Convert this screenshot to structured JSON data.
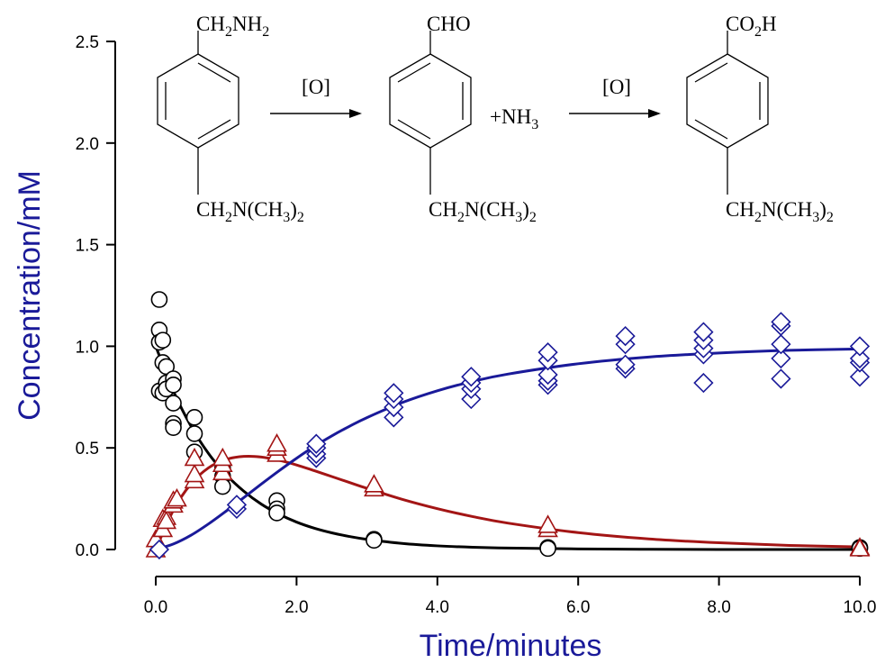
{
  "chart_data": {
    "type": "scatter",
    "title": "",
    "xlabel": "Time/minutes",
    "ylabel": "Concentration/mM",
    "xlim": [
      0,
      10
    ],
    "ylim": [
      0,
      2.5
    ],
    "x_ticks": [
      "0.0",
      "2.0",
      "4.0",
      "6.0",
      "8.0",
      "10.0"
    ],
    "y_ticks": [
      "0.0",
      "0.5",
      "1.0",
      "1.5",
      "2.0",
      "2.5"
    ],
    "grid": false,
    "legend": "none",
    "series": [
      {
        "marker": "circle",
        "color": "#000000",
        "points": [
          [
            0.05,
            1.23
          ],
          [
            0.05,
            1.08
          ],
          [
            0.05,
            1.02
          ],
          [
            0.05,
            0.78
          ],
          [
            0.1,
            1.03
          ],
          [
            0.1,
            0.92
          ],
          [
            0.1,
            0.77
          ],
          [
            0.15,
            0.9
          ],
          [
            0.15,
            0.82
          ],
          [
            0.15,
            0.79
          ],
          [
            0.25,
            0.84
          ],
          [
            0.25,
            0.81
          ],
          [
            0.25,
            0.72
          ],
          [
            0.25,
            0.62
          ],
          [
            0.25,
            0.6
          ],
          [
            0.55,
            0.65
          ],
          [
            0.55,
            0.57
          ],
          [
            0.55,
            0.48
          ],
          [
            0.95,
            0.4
          ],
          [
            0.95,
            0.36
          ],
          [
            0.95,
            0.31
          ],
          [
            1.72,
            0.24
          ],
          [
            1.72,
            0.2
          ],
          [
            1.72,
            0.18
          ],
          [
            3.1,
            0.05
          ],
          [
            3.1,
            0.045
          ],
          [
            5.57,
            0.01
          ],
          [
            5.57,
            0.005
          ],
          [
            10.0,
            0.01
          ],
          [
            10.0,
            0.005
          ]
        ],
        "fit": {
          "x": [
            0,
            0.25,
            0.5,
            0.75,
            1,
            1.25,
            1.5,
            1.75,
            2,
            2.25,
            2.5,
            2.75,
            3,
            3.5,
            4,
            4.5,
            5,
            6,
            7,
            8,
            9,
            10
          ],
          "y": [
            1.0,
            0.78,
            0.607,
            0.472,
            0.368,
            0.287,
            0.223,
            0.174,
            0.135,
            0.105,
            0.082,
            0.064,
            0.05,
            0.03,
            0.018,
            0.011,
            0.007,
            0.003,
            0.001,
            0.0,
            0.0,
            0.0
          ]
        }
      },
      {
        "marker": "triangle",
        "color": "#a31515",
        "points": [
          [
            0.0,
            0.0
          ],
          [
            0.0,
            0.05
          ],
          [
            0.1,
            0.1
          ],
          [
            0.1,
            0.15
          ],
          [
            0.15,
            0.16
          ],
          [
            0.15,
            0.14
          ],
          [
            0.25,
            0.22
          ],
          [
            0.25,
            0.24
          ],
          [
            0.3,
            0.25
          ],
          [
            0.55,
            0.34
          ],
          [
            0.55,
            0.37
          ],
          [
            0.55,
            0.45
          ],
          [
            0.95,
            0.38
          ],
          [
            0.95,
            0.42
          ],
          [
            0.95,
            0.45
          ],
          [
            1.72,
            0.47
          ],
          [
            1.72,
            0.5
          ],
          [
            1.72,
            0.52
          ],
          [
            3.1,
            0.3
          ],
          [
            3.1,
            0.32
          ],
          [
            5.57,
            0.1
          ],
          [
            5.57,
            0.12
          ],
          [
            10.0,
            0.01
          ],
          [
            10.0,
            0.005
          ]
        ],
        "fit": {
          "x": [
            0,
            0.25,
            0.5,
            0.75,
            1,
            1.25,
            1.5,
            1.75,
            2,
            2.25,
            2.5,
            2.75,
            3,
            3.5,
            4,
            4.5,
            5,
            6,
            7,
            8,
            9,
            10
          ],
          "y": [
            0.0,
            0.193,
            0.323,
            0.402,
            0.443,
            0.458,
            0.455,
            0.439,
            0.416,
            0.388,
            0.359,
            0.33,
            0.301,
            0.247,
            0.201,
            0.162,
            0.13,
            0.083,
            0.052,
            0.033,
            0.02,
            0.013
          ]
        }
      },
      {
        "marker": "diamond",
        "color": "#1a1a99",
        "points": [
          [
            0.05,
            0.0
          ],
          [
            1.15,
            0.2
          ],
          [
            1.15,
            0.22
          ],
          [
            2.28,
            0.45
          ],
          [
            2.28,
            0.47
          ],
          [
            2.28,
            0.5
          ],
          [
            2.28,
            0.52
          ],
          [
            3.38,
            0.65
          ],
          [
            3.38,
            0.7
          ],
          [
            3.38,
            0.74
          ],
          [
            3.38,
            0.77
          ],
          [
            4.48,
            0.74
          ],
          [
            4.48,
            0.79
          ],
          [
            4.48,
            0.82
          ],
          [
            4.48,
            0.85
          ],
          [
            5.57,
            0.81
          ],
          [
            5.57,
            0.83
          ],
          [
            5.57,
            0.86
          ],
          [
            5.57,
            0.93
          ],
          [
            5.57,
            0.97
          ],
          [
            6.67,
            0.89
          ],
          [
            6.67,
            0.91
          ],
          [
            6.67,
            1.01
          ],
          [
            6.67,
            1.05
          ],
          [
            7.78,
            0.82
          ],
          [
            7.78,
            0.96
          ],
          [
            7.78,
            0.99
          ],
          [
            7.78,
            1.03
          ],
          [
            7.78,
            1.07
          ],
          [
            8.88,
            0.84
          ],
          [
            8.88,
            0.94
          ],
          [
            8.88,
            1.01
          ],
          [
            8.88,
            1.1
          ],
          [
            8.88,
            1.12
          ],
          [
            10.0,
            0.85
          ],
          [
            10.0,
            0.92
          ],
          [
            10.0,
            0.94
          ],
          [
            10.0,
            1.0
          ]
        ],
        "fit": {
          "x": [
            0,
            0.25,
            0.5,
            0.75,
            1,
            1.25,
            1.5,
            1.75,
            2,
            2.25,
            2.5,
            2.75,
            3,
            3.5,
            4,
            4.5,
            5,
            6,
            7,
            8,
            9,
            10
          ],
          "y": [
            0.0,
            0.027,
            0.07,
            0.126,
            0.189,
            0.255,
            0.322,
            0.387,
            0.449,
            0.507,
            0.559,
            0.606,
            0.649,
            0.723,
            0.781,
            0.827,
            0.863,
            0.914,
            0.947,
            0.967,
            0.98,
            0.987
          ]
        }
      }
    ],
    "scheme": {
      "reactant": {
        "top": "CH",
        "top_sub": "2",
        "top_rest": "NH",
        "top_sub2": "2",
        "bottom": "CH",
        "bottom_sub": "2",
        "bottom_rest": "N(CH",
        "bottom_sub2": "3",
        "bottom_end": ")",
        "bottom_sub3": "2"
      },
      "arrow1_label": "[O]",
      "intermediate": {
        "top": "CHO",
        "bottom": "CH",
        "bottom_sub": "2",
        "bottom_rest": "N(CH",
        "bottom_sub2": "3",
        "bottom_end": ")",
        "bottom_sub3": "2"
      },
      "byproduct": {
        "text": "+NH",
        "sub": "3"
      },
      "arrow2_label": "[O]",
      "product": {
        "top": "CO",
        "top_sub": "2",
        "top_rest": "H",
        "bottom": "CH",
        "bottom_sub": "2",
        "bottom_rest": "N(CH",
        "bottom_sub2": "3",
        "bottom_end": ")",
        "bottom_sub3": "2"
      }
    }
  }
}
